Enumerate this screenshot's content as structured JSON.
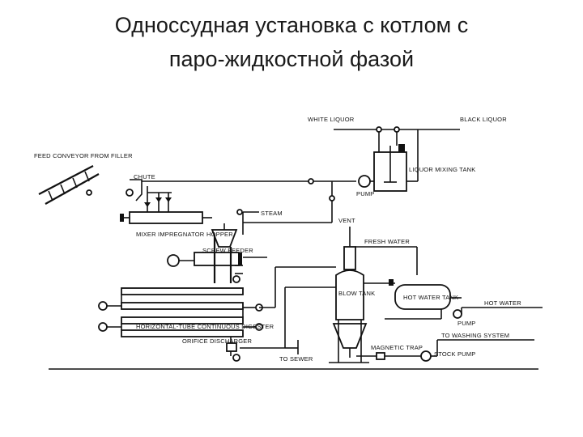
{
  "slide": {
    "title_line1": "Односсудная установка с котлом с",
    "title_line2": "паро-жидкостной фазой"
  },
  "labels": {
    "white_liquor": "WHITE LIQUOR",
    "black_liquor": "BLACK LIQUOR",
    "feed_conveyor": "FEED CONVEYOR FROM FILLER",
    "chute": "CHUTE",
    "liquor_mixing_tank": "LIQUOR MIXING TANK",
    "pump_top": "PUMP",
    "steam": "STEAM",
    "vent": "VENT",
    "fresh_water": "FRESH WATER",
    "mixer_impregnator": "MIXER IMPREGNATOR",
    "hopper": "HOPPER",
    "screw_feeder": "SCREW FEEDER",
    "blow_tank": "BLOW TANK",
    "hot_water_tank": "HOT WATER TANK",
    "hot_water": "HOT WATER",
    "pump_right": "PUMP",
    "horizontal_digester": "HORIZONTAL-TUBE CONTINUOUS DIGESTER",
    "orifice_discharger": "ORIFICE DISCHARGER",
    "to_sewer": "TO SEWER",
    "magnetic_trap": "MAGNETIC TRAP",
    "to_washing_system": "TO WASHING SYSTEM",
    "stock_pump": "STOCK PUMP"
  }
}
